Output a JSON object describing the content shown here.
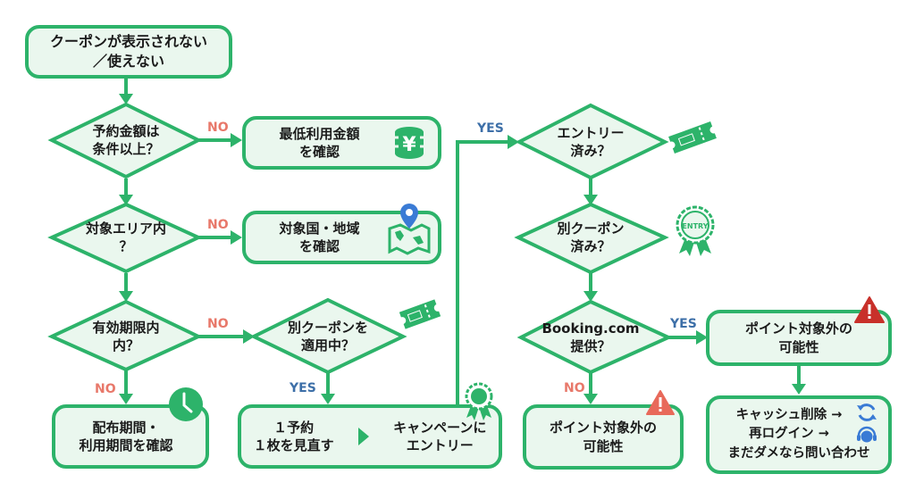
{
  "colors": {
    "stroke": "#2db36a",
    "fill": "#eaf7ee",
    "no_label": "#e8786a",
    "yes_label": "#3d6fa8",
    "warning": "#e8695a",
    "warning_dark": "#c8302a",
    "info_blue": "#3a7bd5",
    "text": "#1a1a1a"
  },
  "start": {
    "text": "クーポンが表示されない\n／使えない"
  },
  "decisions": {
    "amount": {
      "text": "予約金額は\n条件以上？"
    },
    "area": {
      "text": "対象エリア内\n？"
    },
    "period": {
      "text": "有効期限内\n内？"
    },
    "other_coupon": {
      "text": "別クーポンを\n適用中？"
    },
    "entry_done": {
      "text": "エントリー\n済み？"
    },
    "other_coupon_done": {
      "text": "別クーポン\n済み？"
    },
    "booking": {
      "text": "Booking.com\n提供？"
    }
  },
  "actions": {
    "min_amount": {
      "text": "最低利用金額\nを確認"
    },
    "country": {
      "text": "対象国・地域\nを確認"
    },
    "dist_period": {
      "text": "配布期間・\n利用期間を確認"
    },
    "one_per_booking": {
      "text": "１予約\n１枚を見直す"
    },
    "campaign_entry": {
      "text": "キャンペーンに\nエントリー"
    },
    "points_excluded_left": {
      "text": "ポイント対象外の\n可能性"
    },
    "points_excluded_right": {
      "text": "ポイント対象外の\n可能性"
    },
    "final_steps": {
      "lines": [
        "キャッシュ削除 →",
        "再ログイン →",
        "まだダメなら問い合わせ"
      ]
    }
  },
  "labels": {
    "no": "NO",
    "yes": "YES"
  },
  "icons": {
    "yen": "yen-coin-icon",
    "map": "map-pin-icon",
    "clock": "clock-icon",
    "coupon": "coupon-ticket-icon",
    "badge": "award-ribbon-icon",
    "entry_badge_text": "ENTRY",
    "warning": "warning-triangle-icon",
    "refresh": "refresh-icon",
    "support": "headset-support-icon"
  }
}
